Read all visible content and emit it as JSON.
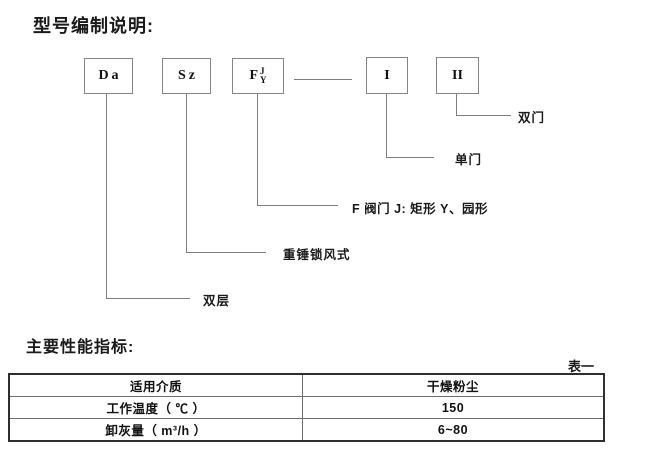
{
  "titles": {
    "model_coding": "型号编制说明:",
    "performance": "主要性能指标:"
  },
  "diagram": {
    "boxes": [
      {
        "label": "Da"
      },
      {
        "label": "Sz"
      },
      {
        "label": "F",
        "sup": "J",
        "sub": "Y"
      },
      {
        "label": "I"
      },
      {
        "label": "II"
      }
    ],
    "branch_labels": [
      {
        "text": "双门"
      },
      {
        "text": "单门"
      },
      {
        "text": "F 阀门 J: 矩形 Y、园形"
      },
      {
        "text": "重锤锁风式"
      },
      {
        "text": "双层"
      }
    ]
  },
  "table": {
    "tag": "表一",
    "rows": [
      [
        "适用介质",
        "干燥粉尘"
      ],
      [
        "工作温度（ ℃ ）",
        "150"
      ],
      [
        "卸灰量（ m³/h ）",
        "6~80"
      ]
    ]
  },
  "colors": {
    "background": "#ffffff",
    "text": "#1a1a1a",
    "connector_line": "#7e7e7e",
    "box_border": "#848484",
    "table_outer_border": "#2e2e2e",
    "table_inner_border": "#6e6e6e"
  }
}
